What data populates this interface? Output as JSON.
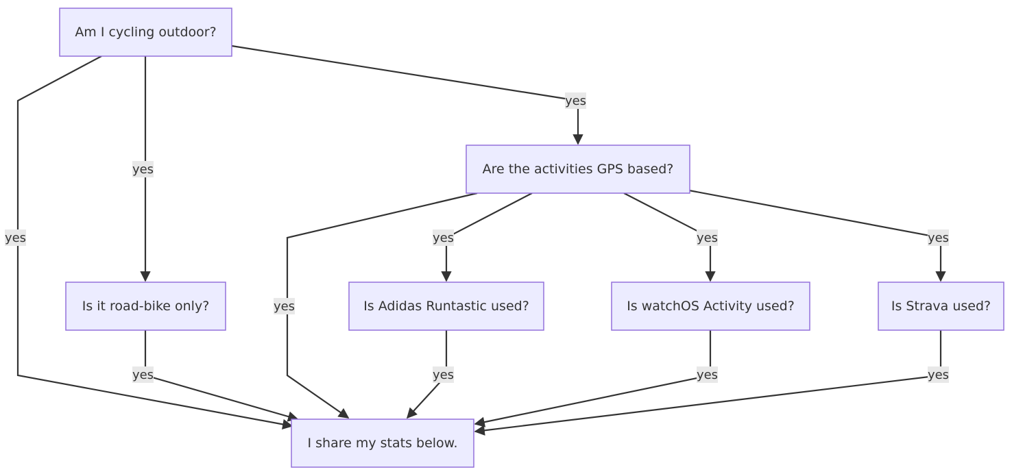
{
  "nodes": {
    "cycling_outdoor": "Am I cycling outdoor?",
    "gps_based": "Are the activities GPS based?",
    "road_bike": "Is it road-bike only?",
    "adidas": "Is Adidas Runtastic used?",
    "watchos": "Is watchOS Activity used?",
    "strava": "Is Strava used?",
    "share": "I share my stats below."
  },
  "edges": [
    {
      "from": "cycling_outdoor",
      "to": "share",
      "label": "yes"
    },
    {
      "from": "cycling_outdoor",
      "to": "road_bike",
      "label": "yes"
    },
    {
      "from": "cycling_outdoor",
      "to": "gps_based",
      "label": "yes"
    },
    {
      "from": "gps_based",
      "to": "share",
      "label": "yes"
    },
    {
      "from": "gps_based",
      "to": "adidas",
      "label": "yes"
    },
    {
      "from": "gps_based",
      "to": "watchos",
      "label": "yes"
    },
    {
      "from": "gps_based",
      "to": "strava",
      "label": "yes"
    },
    {
      "from": "road_bike",
      "to": "share",
      "label": "yes"
    },
    {
      "from": "adidas",
      "to": "share",
      "label": "yes"
    },
    {
      "from": "watchos",
      "to": "share",
      "label": "yes"
    },
    {
      "from": "strava",
      "to": "share",
      "label": "yes"
    }
  ],
  "colors": {
    "node_fill": "#ececff",
    "node_border": "#9370db",
    "edge_stroke": "#333333",
    "label_background": "#e8e8e8",
    "text": "#333333"
  }
}
